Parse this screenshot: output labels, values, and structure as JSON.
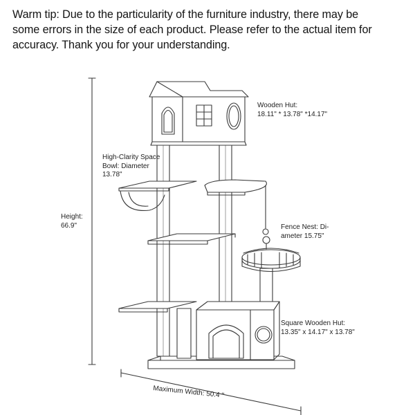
{
  "warm_tip": {
    "lines": [
      "Warm tip: Due to the particularity of the furniture industry, there may be",
      "some errors in the size of each product. Please refer to the actual item for",
      "accuracy. Thank you for your understanding."
    ]
  },
  "labels": {
    "wooden_hut": {
      "lines": [
        "Wooden Hut:",
        "18.11\" * 13.78\" *14.17\""
      ]
    },
    "space_bowl": {
      "lines": [
        "High-Clarity Space",
        "Bowl: Diameter",
        "13.78\""
      ]
    },
    "height": {
      "lines": [
        "Height:",
        "66.9\""
      ]
    },
    "fence_nest": {
      "lines": [
        "Fence Nest: Di-",
        "ameter 15.75\""
      ]
    },
    "square_hut": {
      "lines": [
        "Square Wooden Hut:",
        "13.35\" x 14.17\" x 13.78\""
      ]
    },
    "width": {
      "lines": [
        "Maximum Width: 50.4 \""
      ]
    }
  },
  "colors": {
    "line": "#3a3a3a",
    "text": "#141414",
    "background": "#ffffff"
  }
}
